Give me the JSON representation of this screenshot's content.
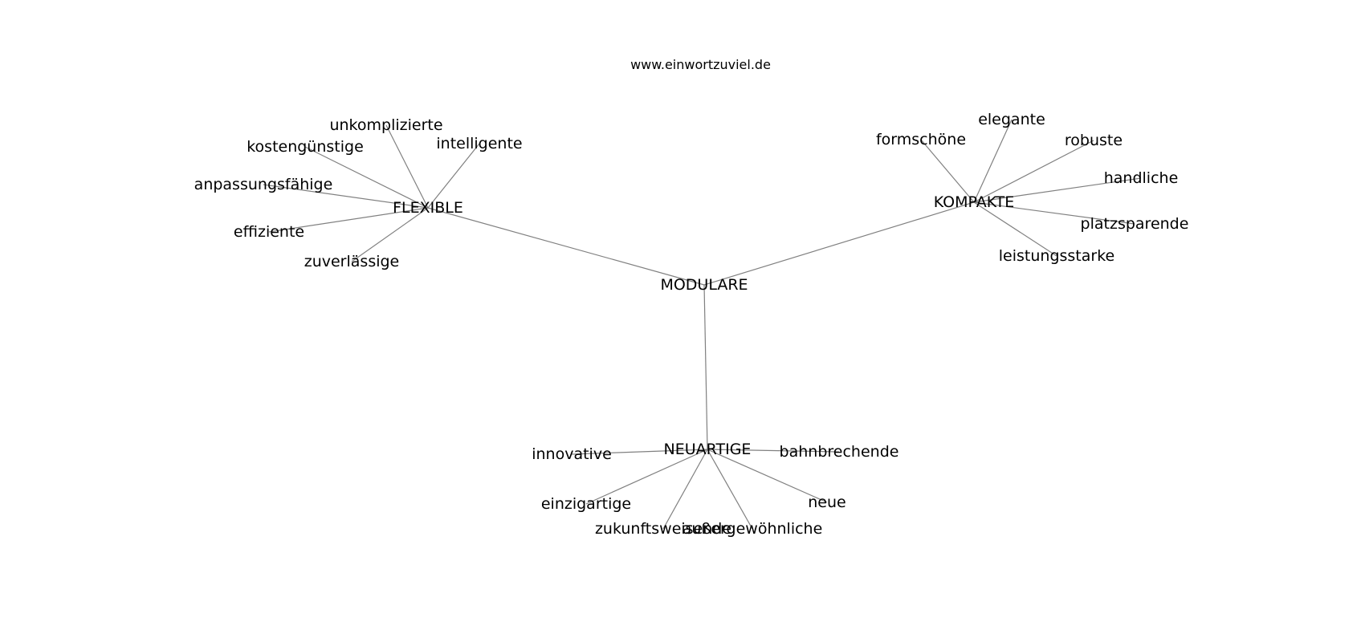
{
  "source": "www.einwortzuviel.de",
  "colors": {
    "edge": "#808080",
    "text": "#000000",
    "background": "#ffffff"
  },
  "graph": {
    "root": "MODULARE",
    "hubs": [
      {
        "label": "FLEXIBLE",
        "leaves": [
          "unkomplizierte",
          "kostengünstige",
          "intelligente",
          "anpassungsfähige",
          "effiziente",
          "zuverlässige"
        ]
      },
      {
        "label": "KOMPAKTE",
        "leaves": [
          "formschöne",
          "elegante",
          "robuste",
          "handliche",
          "platzsparende",
          "leistungsstarke"
        ]
      },
      {
        "label": "NEUARTIGE",
        "leaves": [
          "innovative",
          "bahnbrechende",
          "einzigartige",
          "neue",
          "zukunftsweisende",
          "außergewöhnliche"
        ]
      }
    ]
  }
}
